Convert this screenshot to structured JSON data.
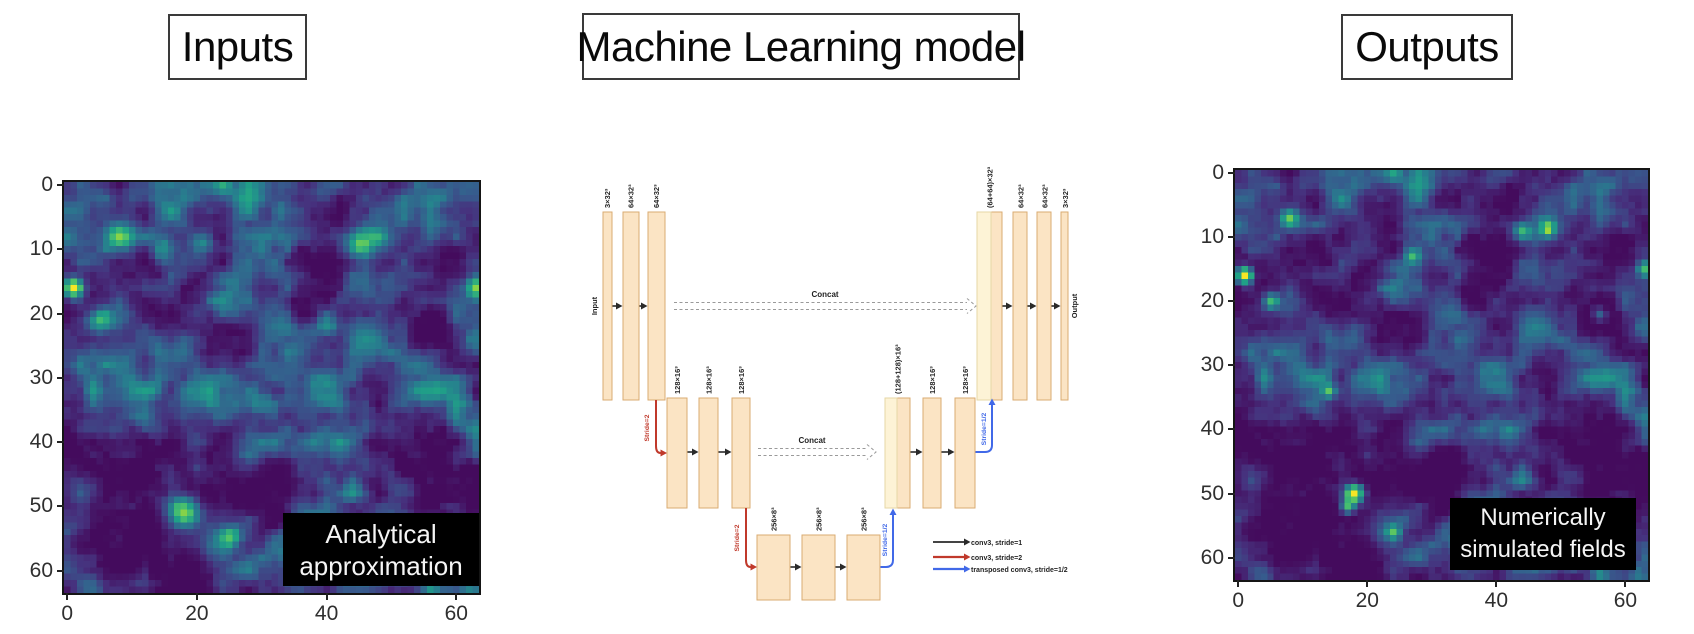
{
  "header": {
    "inputs": "Inputs",
    "model": "Machine Learning model",
    "outputs": "Outputs"
  },
  "plots": {
    "input": {
      "overlay": [
        "Analytical",
        "approximation"
      ],
      "axis_range": [
        0,
        64
      ],
      "x_ticks": [
        0,
        20,
        40,
        60
      ],
      "y_ticks": [
        0,
        10,
        20,
        30,
        40,
        50,
        60
      ],
      "heatmap": {
        "type": "heatmap",
        "colormap": "viridis",
        "grid": 64,
        "seed": 11,
        "exp": 1.75,
        "gain": 0.62,
        "hotspots": [
          [
            1,
            16,
            1.0,
            1.1
          ],
          [
            8,
            8,
            0.55,
            1.5
          ],
          [
            15,
            10,
            0.4,
            1.3
          ],
          [
            21,
            9,
            0.33,
            1.2
          ],
          [
            45,
            9,
            0.45,
            1.4
          ],
          [
            63,
            16,
            0.6,
            1.1
          ],
          [
            5,
            21,
            0.5,
            1.3
          ],
          [
            40,
            22,
            0.33,
            1.3
          ],
          [
            33,
            4,
            0.33,
            1.3
          ],
          [
            30,
            34,
            0.28,
            1.5
          ],
          [
            18,
            51,
            0.75,
            1.7
          ],
          [
            25,
            55,
            0.4,
            1.2
          ]
        ]
      }
    },
    "output": {
      "overlay": [
        "Numerically",
        "simulated fields"
      ],
      "axis_range": [
        0,
        64
      ],
      "x_ticks": [
        0,
        20,
        40,
        60
      ],
      "y_ticks": [
        0,
        10,
        20,
        30,
        40,
        50,
        60
      ],
      "heatmap": {
        "type": "heatmap",
        "colormap": "viridis",
        "grid": 64,
        "seed": 11,
        "exp": 2.05,
        "gain": 0.58,
        "hotspots": [
          [
            1,
            16,
            1.05,
            0.9
          ],
          [
            8,
            7,
            0.6,
            1.0
          ],
          [
            27,
            13,
            0.4,
            0.8
          ],
          [
            44,
            9,
            0.5,
            0.9
          ],
          [
            63,
            15,
            0.5,
            0.9
          ],
          [
            5,
            20,
            0.55,
            0.9
          ],
          [
            14,
            34,
            0.6,
            0.8
          ],
          [
            18,
            50,
            0.95,
            1.0
          ],
          [
            17,
            52,
            0.6,
            0.8
          ],
          [
            24,
            56,
            0.45,
            0.8
          ],
          [
            48,
            9,
            0.4,
            0.8
          ],
          [
            56,
            22,
            0.3,
            0.8
          ]
        ]
      }
    }
  },
  "noise": {
    "octaves": [
      {
        "cells": 4,
        "w": 0.36
      },
      {
        "cells": 8,
        "w": 0.28
      },
      {
        "cells": 16,
        "w": 0.22
      },
      {
        "cells": 32,
        "w": 0.14
      }
    ],
    "stretch": 2.3,
    "jitter": 0.05
  },
  "unet": {
    "input_label": "Input",
    "output_label": "Output",
    "concat_top": "Concat",
    "concat_mid": "Concat",
    "stride2_a": "Stride=2",
    "stride2_b": "Stride=2",
    "stride_half_a": "Stride=1/2",
    "stride_half_b": "Stride=1/2",
    "enc_top": [
      "3×32³",
      "64×32³",
      "64×32³"
    ],
    "enc_mid": [
      "128×16³",
      "128×16³",
      "128×16³"
    ],
    "bottleneck": [
      "256×8³",
      "256×8³",
      "256×8³"
    ],
    "dec_mid": [
      "(128+128)×16³",
      "128×16³",
      "128×16³"
    ],
    "dec_top": [
      "(64+64)×32³",
      "64×32³",
      "64×32³",
      "3×32³"
    ],
    "legend": [
      {
        "label": "conv3, stride=1",
        "color": "#2a2a2a"
      },
      {
        "label": "conv3, stride=2",
        "color": "#c0392b"
      },
      {
        "label": "transposed conv3, stride=1/2",
        "color": "#4169e8"
      }
    ]
  },
  "colors": {
    "viridis": [
      "#440154",
      "#46327e",
      "#365c8d",
      "#277f8e",
      "#1fa187",
      "#4ac16d",
      "#a0da39",
      "#fde725"
    ],
    "bar_fill": "#fbe4c4",
    "bar_stroke": "#d9ab72",
    "bar_fill_light": "#fdf3d6",
    "bar_stroke_light": "#e6d7a6",
    "concat_gray": "#9a9a9a",
    "axis": "#222222",
    "overlay_bg": "#000000",
    "overlay_text": "#f5f5f5"
  }
}
